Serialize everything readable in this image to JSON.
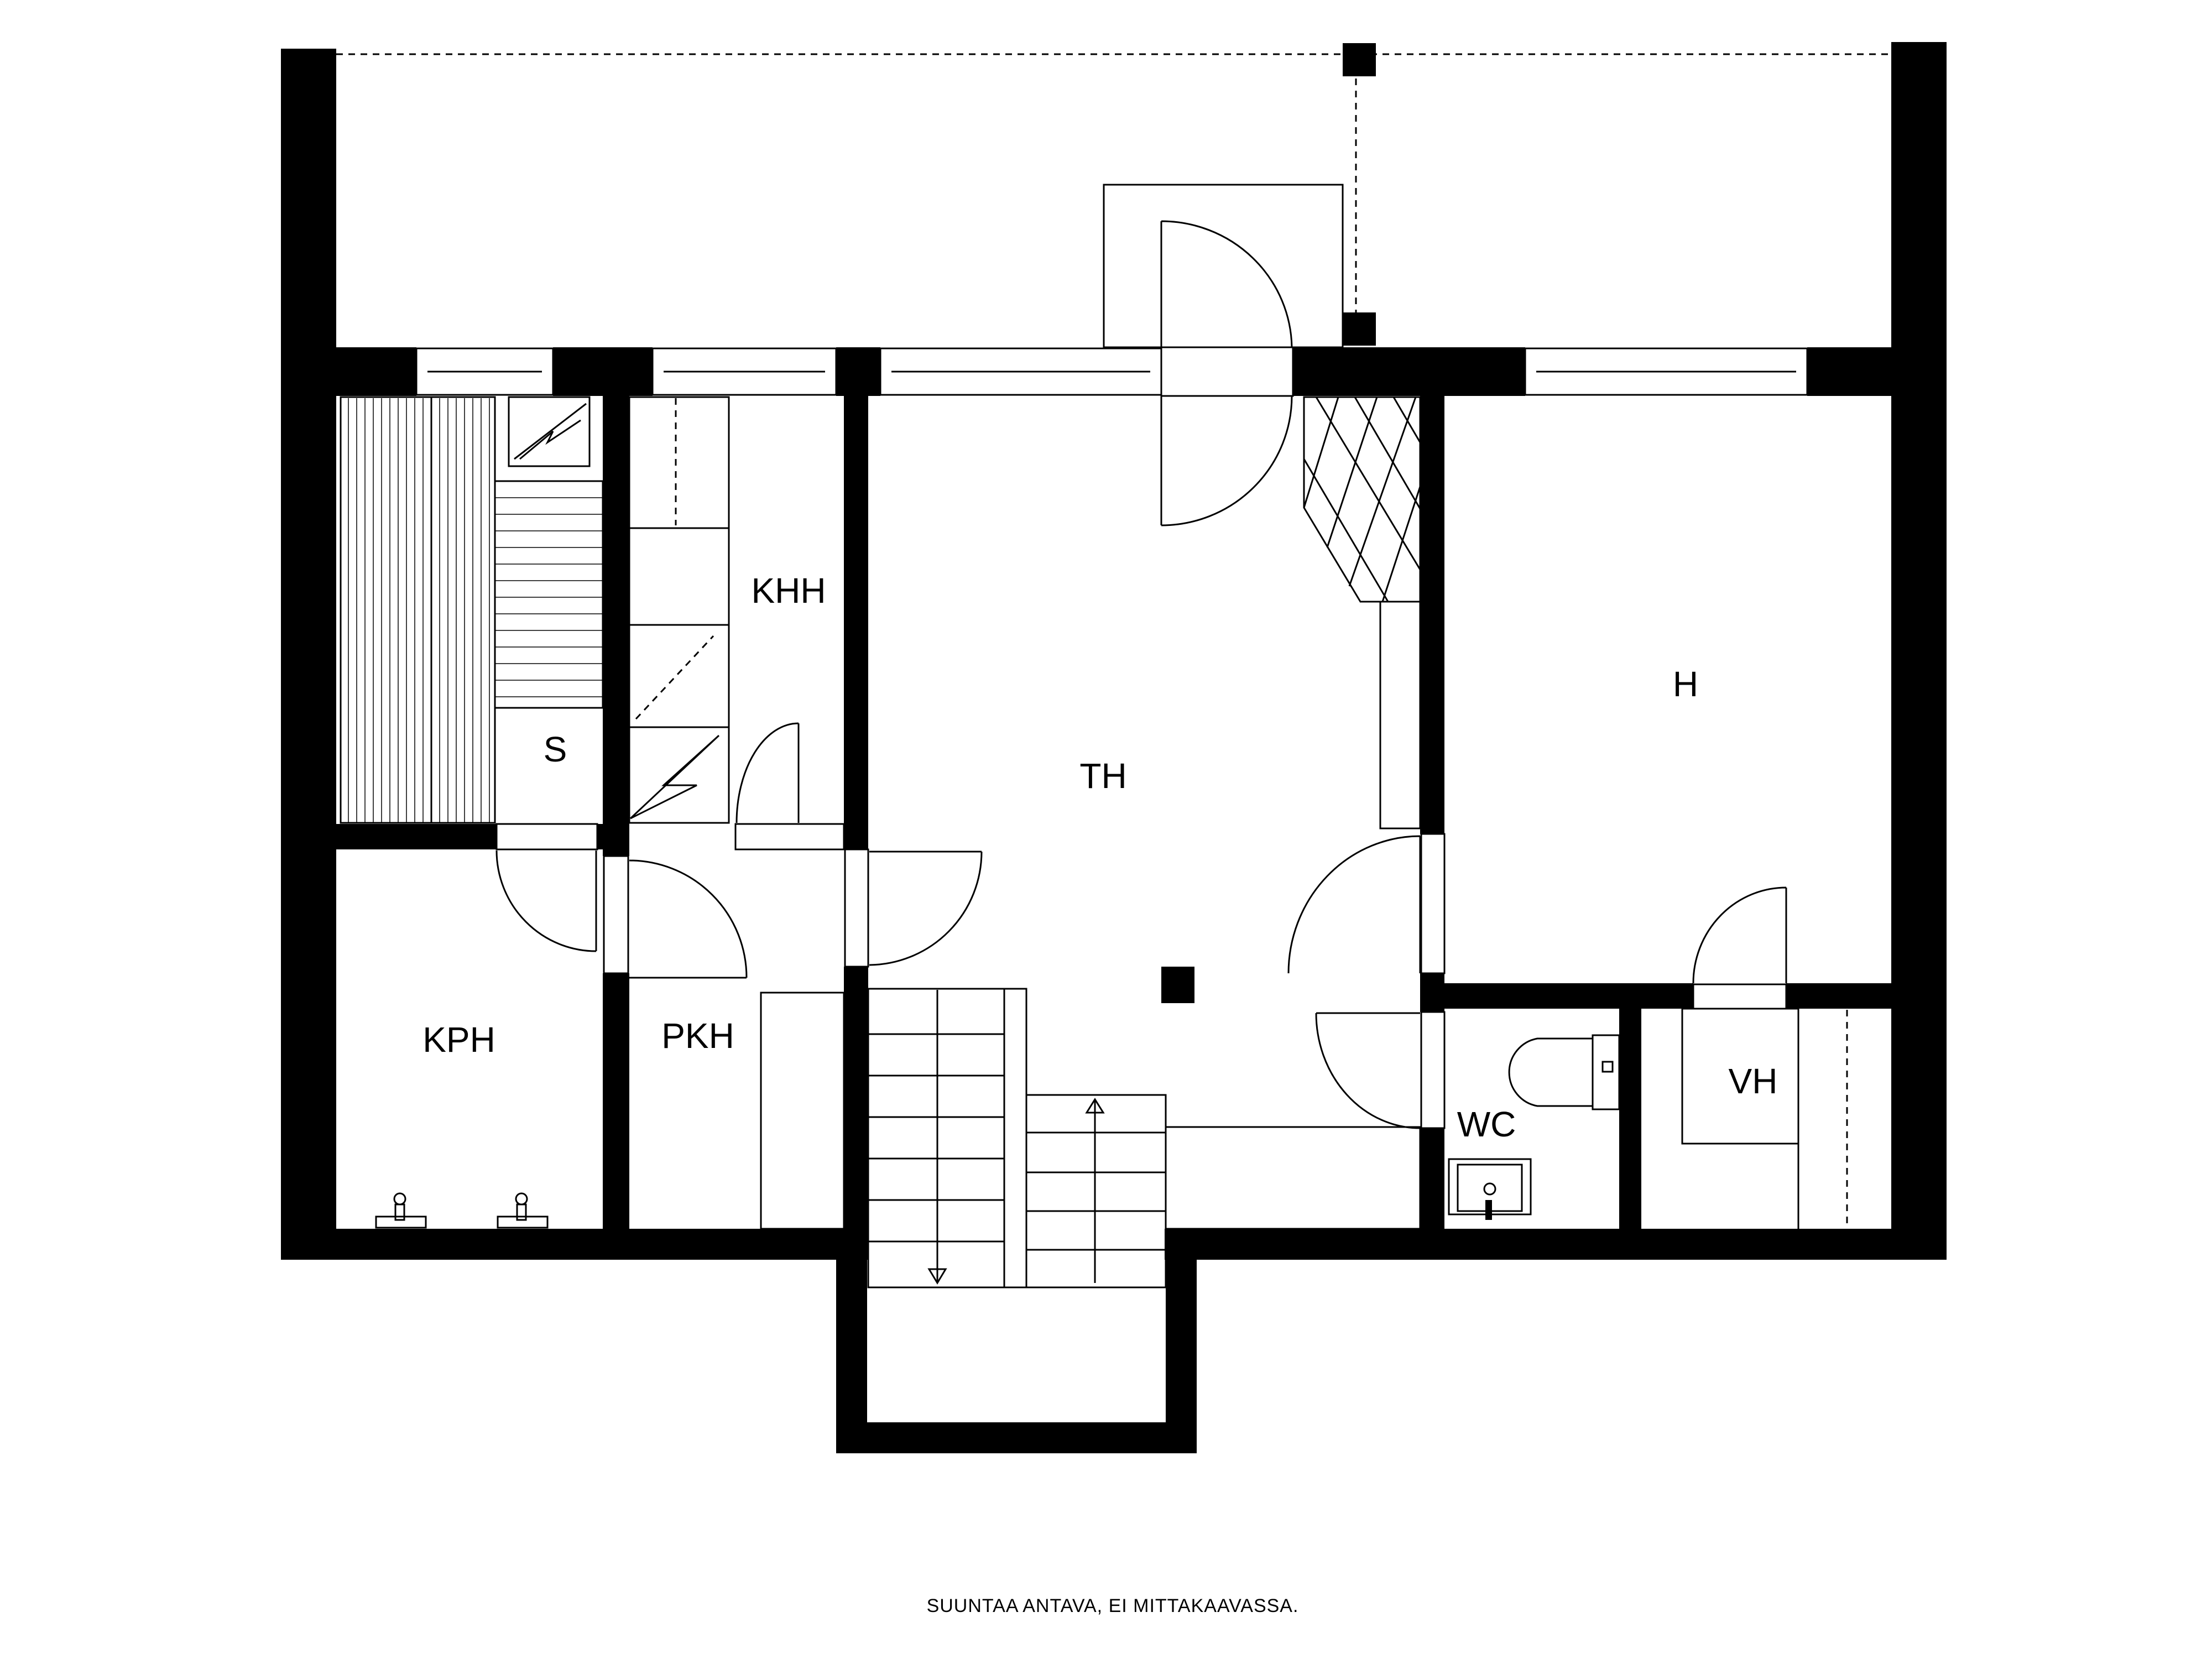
{
  "rooms": {
    "khh": "KHH",
    "s": "S",
    "th": "TH",
    "h": "H",
    "kph": "KPH",
    "pkh": "PKH",
    "wc": "WC",
    "vh": "VH"
  },
  "caption": "SUUNTAA ANTAVA, EI MITTAKAAVASSA.",
  "colors": {
    "wall": "#000000",
    "background": "#ffffff"
  }
}
